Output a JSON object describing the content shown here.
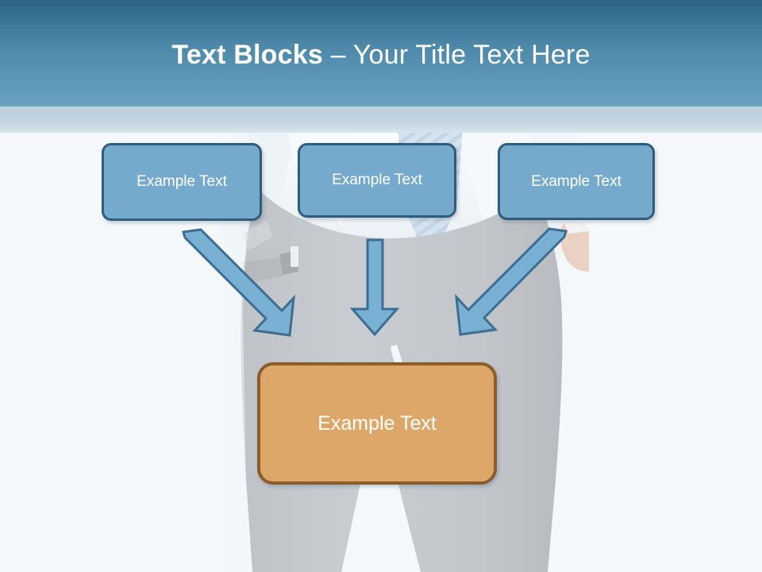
{
  "slide": {
    "title_strong": "Text Blocks",
    "title_rest": " – Your Title Text Here",
    "background_description": "business-person-suit-photo",
    "colors": {
      "header_top": "#2e6383",
      "header_bottom": "#6ba2bf",
      "under_band": "#bed1de",
      "slide_background": "#f4f8fb",
      "box_blue_fill": "#76aacd",
      "box_blue_border": "#2f5c7c",
      "box_orange_fill": "#dda76a",
      "box_orange_border": "#8a5d2a",
      "arrow_fill": "#79b0d4",
      "arrow_border": "#3c6e92",
      "text_white": "#ffffff",
      "photo_gray": "#c6c9cc",
      "photo_skin": "#e8cbb8",
      "photo_tie": "#c3d6e6"
    }
  },
  "boxes": {
    "top": [
      {
        "id": "box1",
        "label": "Example Text"
      },
      {
        "id": "box2",
        "label": "Example Text"
      },
      {
        "id": "box3",
        "label": "Example Text"
      }
    ],
    "result": {
      "id": "box-result",
      "label": "Example Text"
    }
  },
  "arrows": [
    {
      "name": "arrow-left-diagonal",
      "direction": "down-right",
      "from_box": "box1",
      "to_box": "box-result"
    },
    {
      "name": "arrow-middle-vertical",
      "direction": "down",
      "from_box": "box2",
      "to_box": "box-result"
    },
    {
      "name": "arrow-right-diagonal",
      "direction": "down-left",
      "from_box": "box3",
      "to_box": "box-result"
    }
  ]
}
